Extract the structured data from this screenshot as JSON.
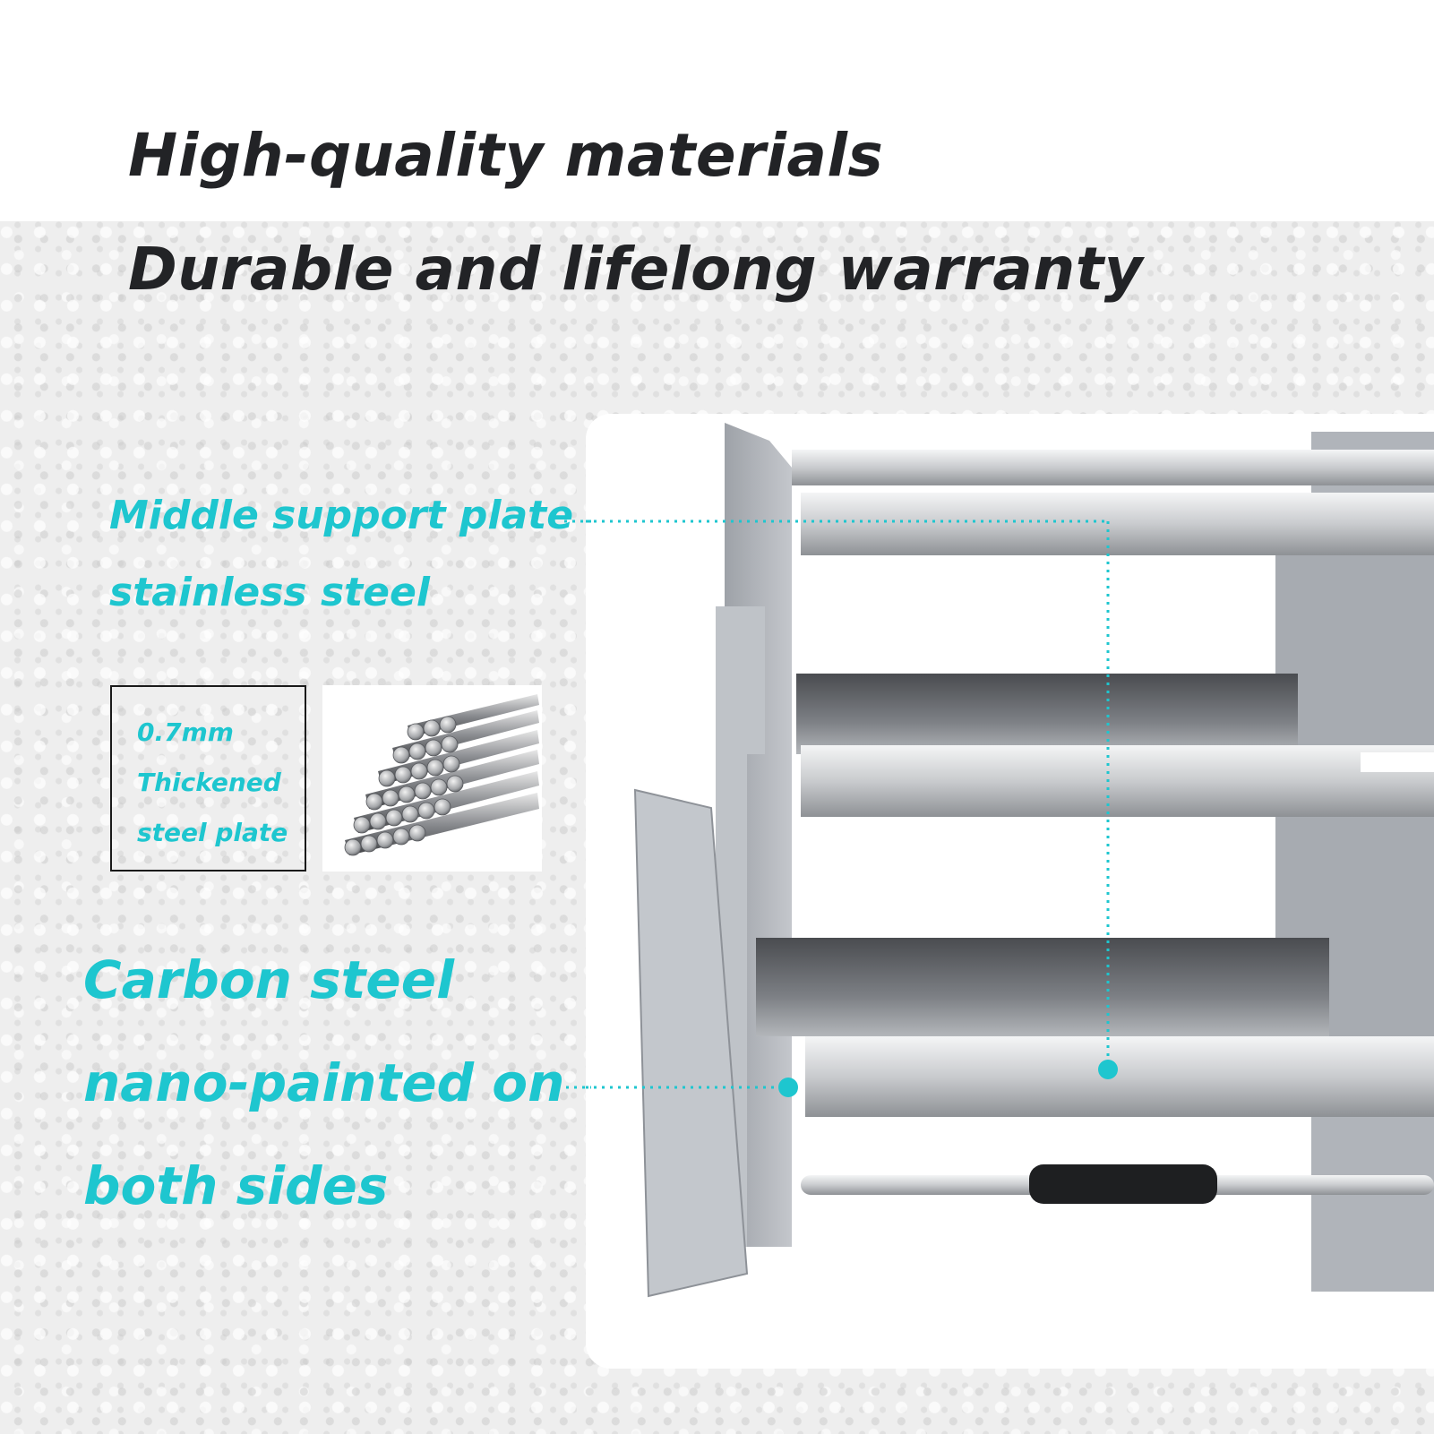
{
  "headline": {
    "line1": "High-quality materials",
    "line2": "Durable and lifelong warranty"
  },
  "middle_support": {
    "line1": "Middle support plate",
    "line2": "stainless steel"
  },
  "thickness_box": {
    "line1": "0.7mm",
    "line2": "Thickened",
    "line3": "steel plate"
  },
  "carbon_steel": {
    "line1": "Carbon steel",
    "line2": "nano-painted on",
    "line3": "both sides"
  },
  "colors": {
    "accent_teal": "#1ec6cf",
    "headline": "#222326",
    "background_texture": "#eeeeee"
  }
}
